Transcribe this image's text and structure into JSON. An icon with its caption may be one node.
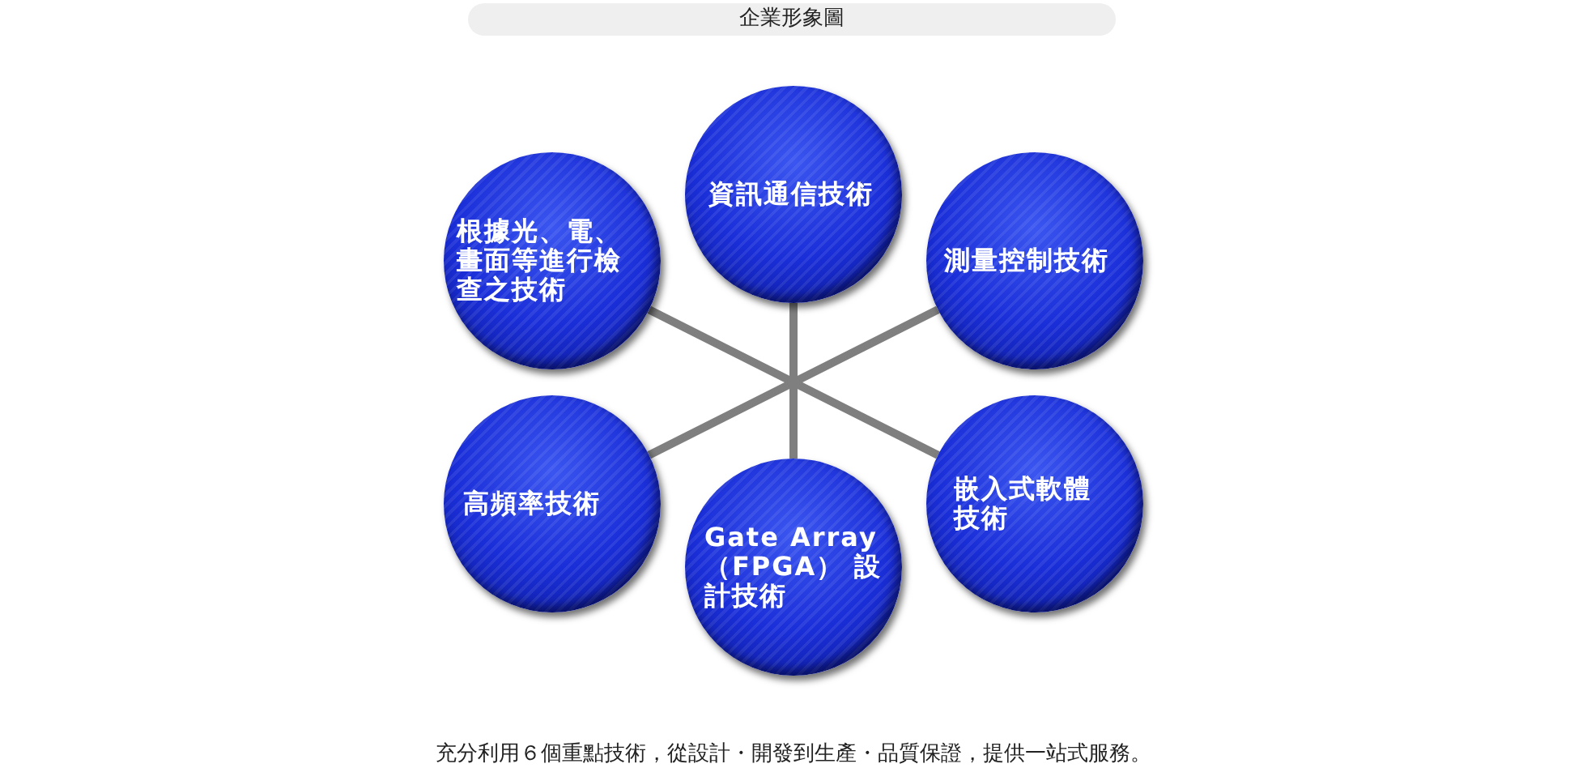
{
  "diagram": {
    "title": "企業形象圖",
    "nodes": [
      {
        "text": [
          "資訊通信技術"
        ]
      },
      {
        "text": [
          "根據光、電、畫面等進行檢查之技術"
        ]
      },
      {
        "text": [
          "測量控制技術"
        ]
      },
      {
        "text": [
          "高頻率技術"
        ]
      },
      {
        "text": [
          "嵌入式軟體技術"
        ]
      },
      {
        "text": [
          "Gate Array （FPGA） 設計技術"
        ]
      }
    ],
    "edges": [
      {
        "from": 0,
        "to": 5,
        "arrow": "none"
      },
      {
        "from": 1,
        "to": 4,
        "arrow": "none"
      },
      {
        "from": 2,
        "to": 3,
        "arrow": "none"
      }
    ],
    "caption": "充分利用６個重點技術，從設計・開發到生產・品質保證，提供一站式服務。"
  }
}
